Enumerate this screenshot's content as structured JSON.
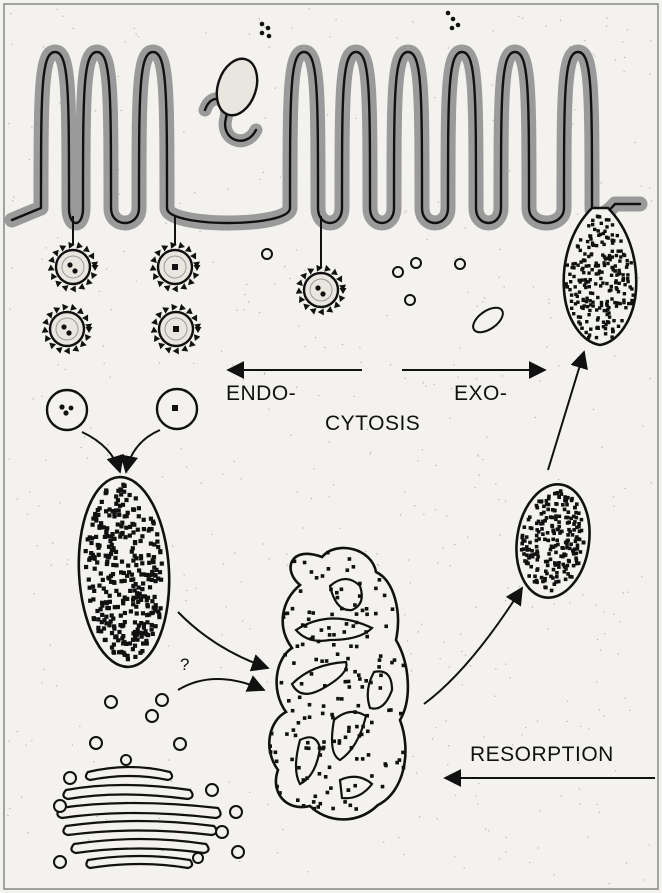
{
  "labels": {
    "endo": "ENDO-",
    "exo": "EXO-",
    "cytosis": "CYTOSIS",
    "resorption": "RESORPTION",
    "question": "?"
  },
  "colors": {
    "ink": "#111111",
    "membrane": "#9a9a9a",
    "paper": "#f4f2ee",
    "vesicle_fill": "#e9e6df"
  }
}
